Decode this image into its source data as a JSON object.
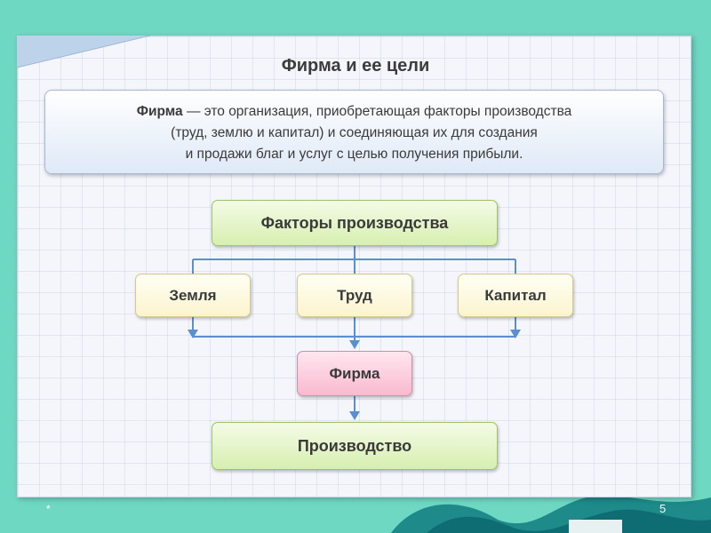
{
  "slide": {
    "title": "Фирма и ее цели",
    "definition": {
      "term": "Фирма",
      "line1_rest": " — это организация, приобретающая факторы производства",
      "line2": "(труд, землю и капитал) и соединяющая их для создания",
      "line3": "и продажи благ и услуг с целью получения прибыли."
    },
    "diagram": {
      "factors": "Факторы производства",
      "land": "Земля",
      "labor": "Труд",
      "capital": "Капитал",
      "firm": "Фирма",
      "production": "Производство"
    },
    "footer_mark": "*",
    "page_number": "5"
  },
  "colors": {
    "background": "#6fd8c3",
    "connector": "#5b8fd0",
    "green_box": "#d7efb0",
    "yellow_box": "#fbf4cf",
    "pink_box": "#f9b9cf"
  }
}
